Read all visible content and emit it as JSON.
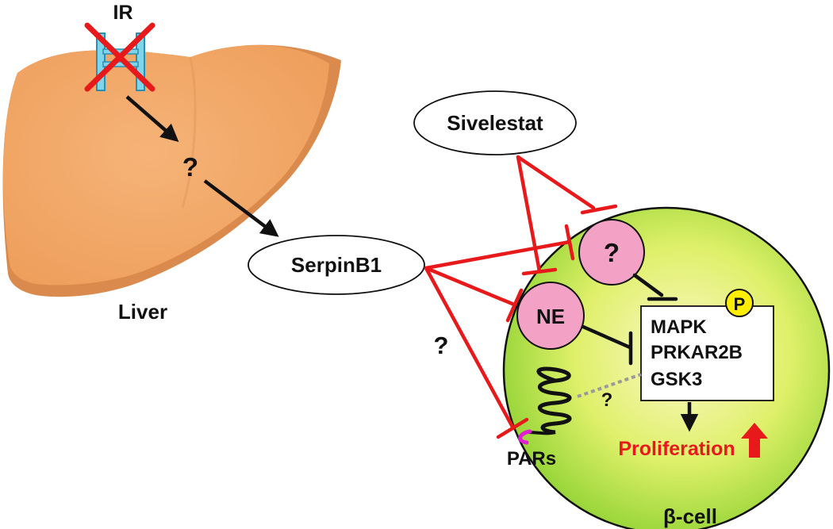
{
  "labels": {
    "ir": "IR",
    "liver": "Liver",
    "beta_cell": "β-cell",
    "serpinb1": "SerpinB1",
    "sivelestat": "Sivelestat",
    "unknown_liver": "?",
    "unknown_protease": "?",
    "ne": "NE",
    "pars": "PARs",
    "par_uncertain": "?",
    "serpin_par_uncertain": "?",
    "phospho": "P",
    "proliferation": "Proliferation",
    "targets": [
      "MAPK",
      "PRKAR2B",
      "GSK3"
    ]
  },
  "colors": {
    "liver": "#f0a464",
    "liver_shadow": "#d98a4c",
    "cell_center": "#fbf7c0",
    "cell_mid": "#c6ec3a",
    "cell_edge": "#8bd130",
    "protease_fill": "#f3a1c5",
    "phospho_fill": "#ffee00",
    "inhibit_red": "#e8191b",
    "proliferation_red": "#e8191b",
    "receptor_blue": "#7fd6ea",
    "par_magenta": "#e020d0"
  }
}
